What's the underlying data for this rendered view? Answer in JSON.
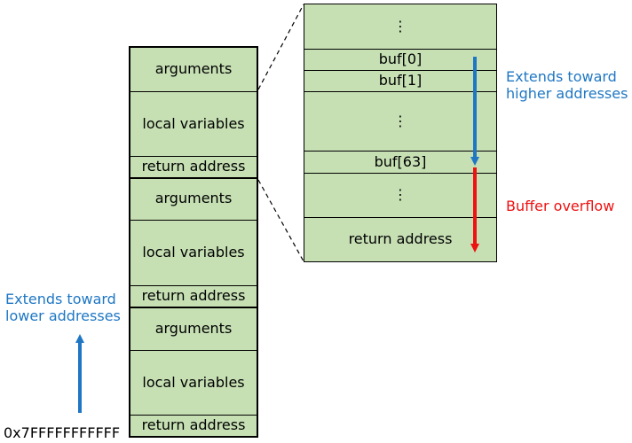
{
  "stack": {
    "frames": [
      {
        "arguments": "arguments",
        "locals": "local variables",
        "ret": "return address"
      },
      {
        "arguments": "arguments",
        "locals": "local variables",
        "ret": "return address"
      },
      {
        "arguments": "arguments",
        "locals": "local variables",
        "ret": "return address"
      }
    ],
    "base_address": "0x7FFFFFFFFFFF"
  },
  "zoom": {
    "top_dots": "⋮",
    "buf0": "buf[0]",
    "buf1": "buf[1]",
    "mid_dots": "⋮",
    "buf63": "buf[63]",
    "low_dots": "⋮",
    "ret": "return address"
  },
  "annotations": {
    "higher": [
      "Extends toward",
      "higher addresses"
    ],
    "overflow": "Buffer overflow",
    "lower": [
      "Extends toward",
      "lower addresses"
    ]
  },
  "colors": {
    "cell_fill": "#c6e0b4",
    "blue_arrow": "#1f77c4",
    "red_arrow": "#ee1111"
  }
}
